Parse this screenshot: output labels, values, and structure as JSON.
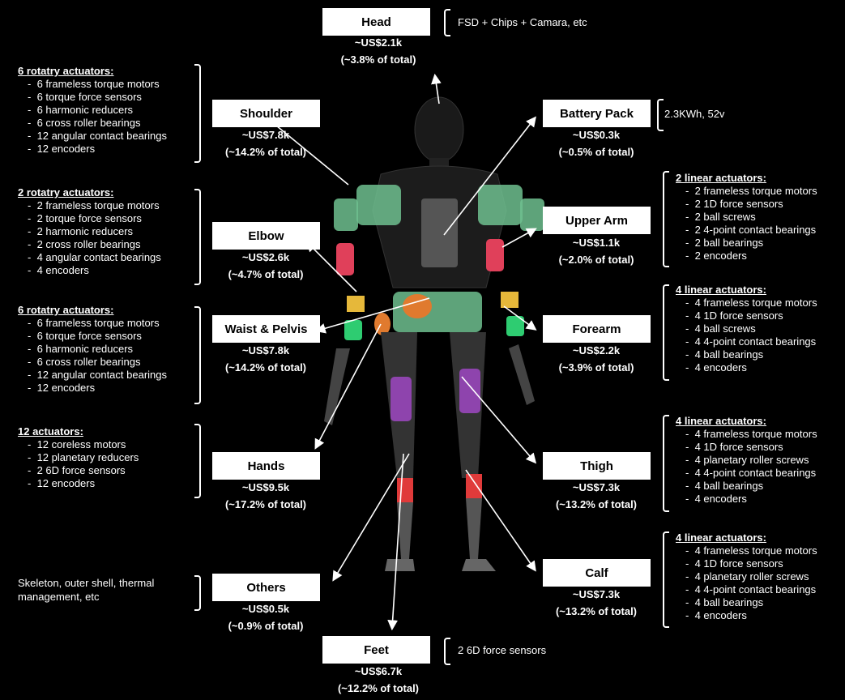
{
  "colors": {
    "background": "#000000",
    "box": "#ffffff",
    "shoulder_part": "#6fbf8f",
    "upper_arm_part": "#e0405a",
    "forearm_part": "#2ecc71",
    "waist_part": "#e07a2e",
    "thigh_part": "#8e44ad",
    "calf_part": "#e03a3a",
    "elbow_part": "#e6b83a"
  },
  "head": {
    "label": "Head",
    "cost": "~US$2.1k",
    "share": "(~3.8% of total)",
    "note": "FSD + Chips + Camara, etc"
  },
  "shoulder": {
    "label": "Shoulder",
    "cost": "~US$7.8k",
    "share": "(~14.2% of total)",
    "title": "6 rotatry actuators:",
    "items": [
      "6 frameless torque motors",
      "6 torque force sensors",
      "6 harmonic reducers",
      "6 cross roller bearings",
      "12 angular contact bearings",
      "12 encoders"
    ]
  },
  "elbow": {
    "label": "Elbow",
    "cost": "~US$2.6k",
    "share": "(~4.7% of total)",
    "title": "2 rotatry actuators:",
    "items": [
      "2 frameless torque motors",
      "2 torque force sensors",
      "2 harmonic reducers",
      "2 cross roller bearings",
      "4 angular contact bearings",
      "4 encoders"
    ]
  },
  "waist": {
    "label": "Waist & Pelvis",
    "cost": "~US$7.8k",
    "share": "(~14.2% of total)",
    "title": "6 rotatry actuators:",
    "items": [
      "6 frameless torque motors",
      "6 torque force sensors",
      "6 harmonic reducers",
      "6 cross roller bearings",
      "12 angular contact bearings",
      "12 encoders"
    ]
  },
  "hands": {
    "label": "Hands",
    "cost": "~US$9.5k",
    "share": "(~17.2% of total)",
    "title": "12 actuators:",
    "items": [
      "12 coreless motors",
      "12 planetary reducers",
      "2 6D force sensors",
      "12 encoders"
    ]
  },
  "others": {
    "label": "Others",
    "cost": "~US$0.5k",
    "share": "(~0.9% of total)",
    "note1": "Skeleton, outer shell, thermal",
    "note2": "management, etc"
  },
  "battery": {
    "label": "Battery Pack",
    "cost": "~US$0.3k",
    "share": "(~0.5% of total)",
    "note": "2.3KWh, 52v"
  },
  "upper_arm": {
    "label": "Upper Arm",
    "cost": "~US$1.1k",
    "share": "(~2.0% of total)",
    "title": "2 linear actuators:",
    "items": [
      "2 frameless torque motors",
      "2 1D force sensors",
      "2 ball screws",
      "2 4-point contact bearings",
      "2 ball bearings",
      "2 encoders"
    ]
  },
  "forearm": {
    "label": "Forearm",
    "cost": "~US$2.2k",
    "share": "(~3.9% of total)",
    "title": "4 linear actuators:",
    "items": [
      "4 frameless torque motors",
      "4 1D force sensors",
      "4 ball screws",
      "4 4-point contact bearings",
      "4 ball bearings",
      "4 encoders"
    ]
  },
  "thigh": {
    "label": "Thigh",
    "cost": "~US$7.3k",
    "share": "(~13.2% of total)",
    "title": "4 linear actuators:",
    "items": [
      "4 frameless torque motors",
      "4 1D force sensors",
      "4 planetary roller screws",
      "4 4-point contact bearings",
      "4 ball bearings",
      "4 encoders"
    ]
  },
  "calf": {
    "label": "Calf",
    "cost": "~US$7.3k",
    "share": "(~13.2% of total)",
    "title": "4 linear actuators:",
    "items": [
      "4 frameless torque motors",
      "4 1D force sensors",
      "4 planetary roller screws",
      "4 4-point contact bearings",
      "4 ball bearings",
      "4 encoders"
    ]
  },
  "feet": {
    "label": "Feet",
    "cost": "~US$6.7k",
    "share": "(~12.2% of total)",
    "note": "2 6D force sensors"
  }
}
